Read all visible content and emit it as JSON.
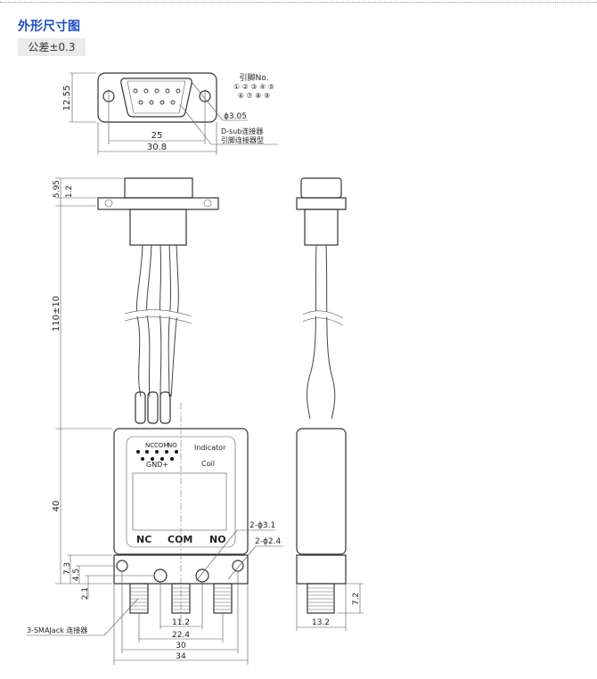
{
  "header": {
    "title": "外形尺寸图",
    "tolerance": "公差±0.3"
  },
  "top_view": {
    "pin_label": "引脚No.",
    "pins_row1": "① ② ③ ④ ⑤",
    "pins_row2": "⑥ ⑦ ⑧ ⑨",
    "hole_dia": "ϕ3.05",
    "connector_l1": "D-sub连接器",
    "connector_l2": "引脚连接器型",
    "dim_height": "12.55",
    "dim_pitch": "25",
    "dim_width": "30.8"
  },
  "front_view": {
    "dim_595": "5.95",
    "dim_12": "1.2",
    "dim_cable": "110±10",
    "dim_body": "40",
    "dim_73": "7.3",
    "dim_45": "4.5",
    "dim_21": "2.1",
    "pin_nc": "NC",
    "pin_com": "COM",
    "pin_no": "NO",
    "gnd": "GND+",
    "indicator": "Indicator",
    "coil": "Coil",
    "port_nc": "NC",
    "port_com": "COM",
    "port_no": "NO",
    "hole31": "2-ϕ3.1",
    "hole24": "2-ϕ2.4",
    "sma": "3-SMAJack 连接器",
    "dim_112": "11.2",
    "dim_224": "22.4",
    "dim_30": "30",
    "dim_34": "34"
  },
  "side_view": {
    "dim_72": "7.2",
    "dim_132": "13.2"
  }
}
